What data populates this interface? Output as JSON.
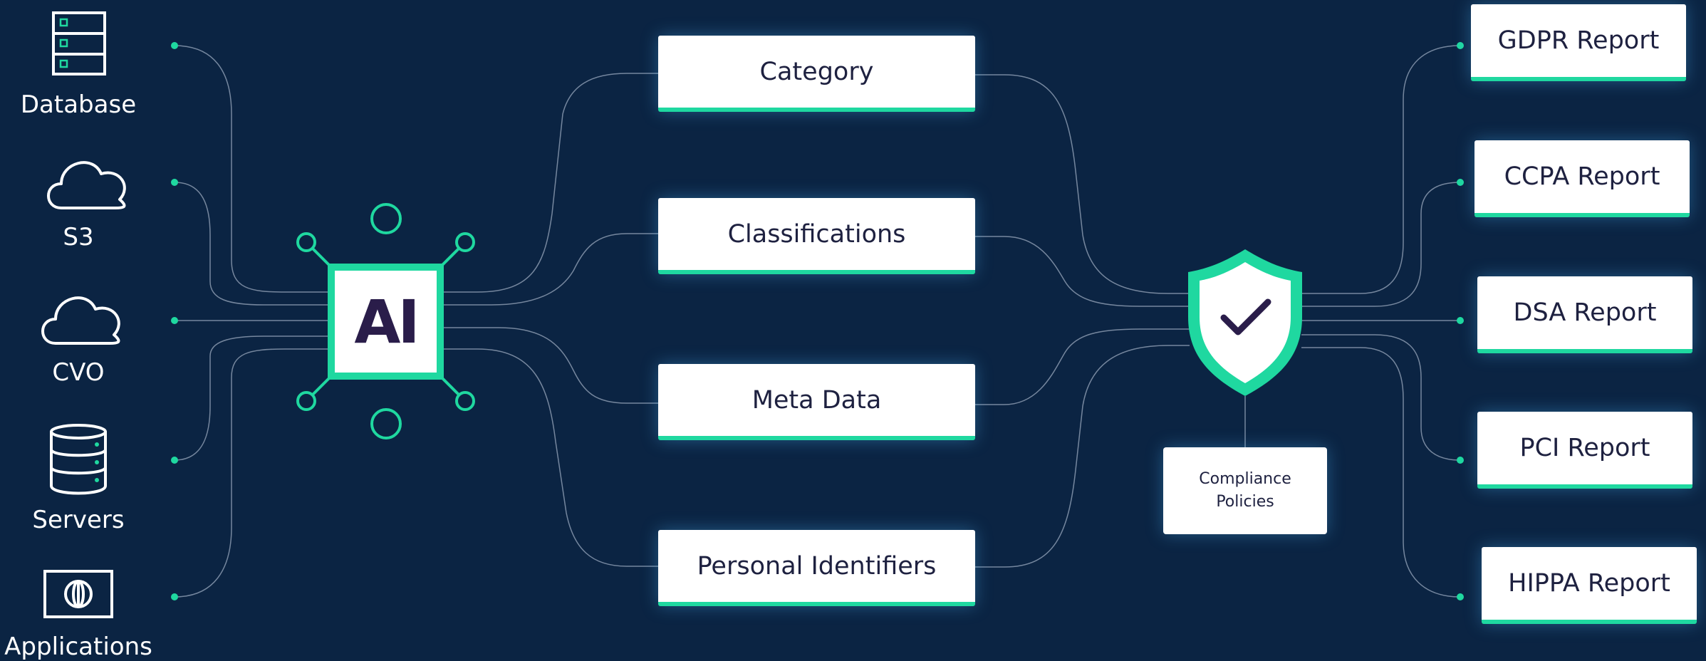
{
  "sources": [
    {
      "label": "Database",
      "icon": "database-icon"
    },
    {
      "label": "S3",
      "icon": "cloud-icon"
    },
    {
      "label": "CVO",
      "icon": "cloud-icon"
    },
    {
      "label": "Servers",
      "icon": "server-icon"
    },
    {
      "label": "Applications",
      "icon": "application-icon"
    }
  ],
  "ai": {
    "label": "AI",
    "icon": "ai-chip-icon"
  },
  "outputs": [
    {
      "label": "Category"
    },
    {
      "label": "Classifications"
    },
    {
      "label": "Meta Data"
    },
    {
      "label": "Personal Identifiers"
    }
  ],
  "compliance": {
    "label_line1": "Compliance",
    "label_line2": "Policies",
    "icon": "shield-check-icon"
  },
  "reports": [
    {
      "label": "GDPR Report"
    },
    {
      "label": "CCPA Report"
    },
    {
      "label": "DSA Report"
    },
    {
      "label": "PCI Report"
    },
    {
      "label": "HIPPA Report"
    }
  ],
  "colors": {
    "background": "#0b2443",
    "accent": "#1fd8a0",
    "connector": "#9aa8bd",
    "card": "#ffffff",
    "text_dark": "#1e2140",
    "ai_text": "#2a1d4a"
  }
}
